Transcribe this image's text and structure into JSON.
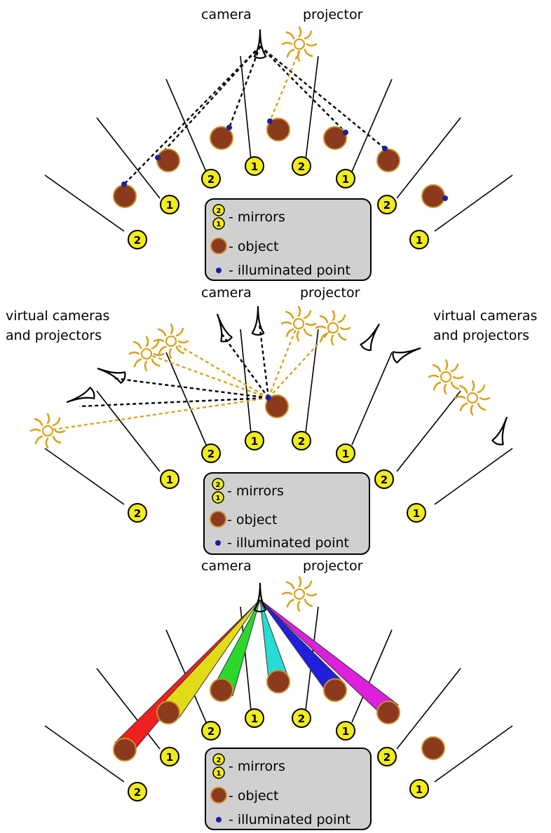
{
  "colors": {
    "object_fill": "#8b3a1e",
    "object_stroke": "#c8902a",
    "point": "#1e1ea0",
    "badge_fill": "#f2ec1a",
    "projector": "#d9a21e",
    "legend_bg": "#d0d0d0"
  },
  "icons": {
    "camera": "camera-icon",
    "projector": "projector-icon",
    "badge": "mirror-number-badge"
  },
  "labels": {
    "camera": "camera",
    "projector": "projector",
    "virtual_left_1": "virtual cameras",
    "virtual_left_2": "and projectors",
    "virtual_right_1": "virtual cameras",
    "virtual_right_2": "and projectors"
  },
  "legend": {
    "mirrors": "- mirrors",
    "object": "- object",
    "point": "- illuminated point",
    "badge_top": "2",
    "badge_bottom": "1"
  },
  "mirror_numbers": [
    "2",
    "1",
    "2",
    "1",
    "2",
    "1",
    "2",
    "1"
  ],
  "ray_colors": [
    "#ee2020",
    "#e2dc18",
    "#2ad82a",
    "#28dcd4",
    "#2020dc",
    "#dc20dc"
  ]
}
